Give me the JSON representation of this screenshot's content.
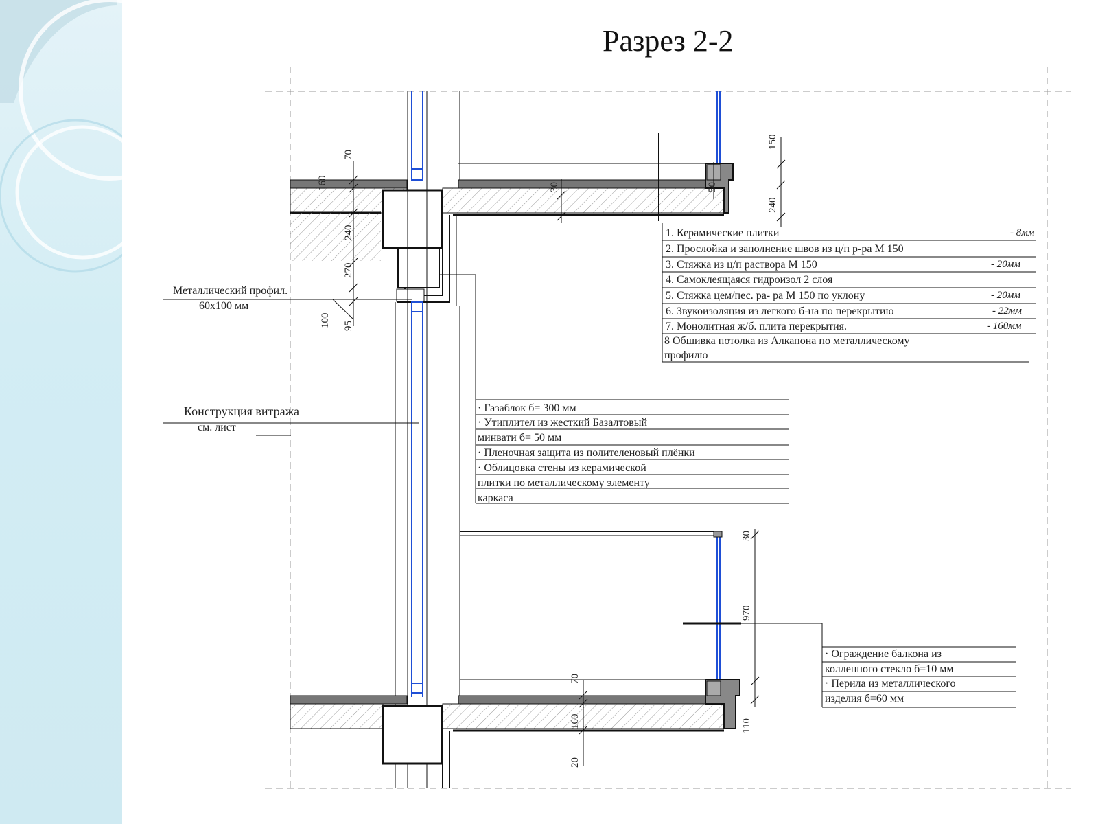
{
  "title": "Разрез 2-2",
  "callouts": {
    "metal_profile_line1": "Металлический профил.",
    "metal_profile_line2": "60х100 мм",
    "stained_glass_line1": "Конструкция витража",
    "stained_glass_line2": "см. лист"
  },
  "floor_layers": [
    {
      "text": "1.  Керамические плитки",
      "value": "- 8мм"
    },
    {
      "text": "2.  Прослойка и заполнение швов из  ц/п р-ра М 150",
      "value": ""
    },
    {
      "text": "3.  Стяжка из ц/п раствора М 150",
      "value": "- 20мм"
    },
    {
      "text": "4.  Самоклеящаяся гидроизол 2 слоя",
      "value": ""
    },
    {
      "text": "5.  Стяжка цем/пес. ра- ра М 150 по уклону",
      "value": "- 20мм"
    },
    {
      "text": "6.  Звукоизоляция из легкого б-на по перекрытию",
      "value": "- 22мм"
    },
    {
      "text": "7.  Монолитная ж/б. плита перекрытия.",
      "value": "- 160мм"
    }
  ],
  "floor_layer_8_line1": "8 Обшивка потолка из Алкапона по металлическому",
  "floor_layer_8_line2": "профилю",
  "wall_layers": [
    "· Газаблок б= 300 мм",
    "· Утиплител из жесткий Базалтовый",
    "минвати б= 50 мм",
    "· Пленочная защита из полителеновый плёнки",
    "· Облицовка стены из керамической",
    "плитки по металлическому элементу",
    "каркаса"
  ],
  "balcony_layers": [
    "· Ограждение балкона из",
    "колленного стекло б=10 мм",
    "· Перила из металлического",
    "изделия б=60 мм"
  ],
  "dimensions": {
    "d70_top": "70",
    "d160_top": "160",
    "d240_left": "240",
    "d270": "270",
    "d100": "100",
    "d95": "95",
    "d30_top": "30",
    "d50": "50",
    "d150": "150",
    "d240_right": "240",
    "d30_mid": "30",
    "d970": "970",
    "d70_bottom": "70",
    "d160_bottom": "160",
    "d20": "20",
    "d110": "110"
  },
  "colors": {
    "glass_blue": "#1f4fd6",
    "hatch_gray": "#9a9a9a",
    "line_black": "#111111",
    "panel_teal": "#cfeaf2"
  }
}
